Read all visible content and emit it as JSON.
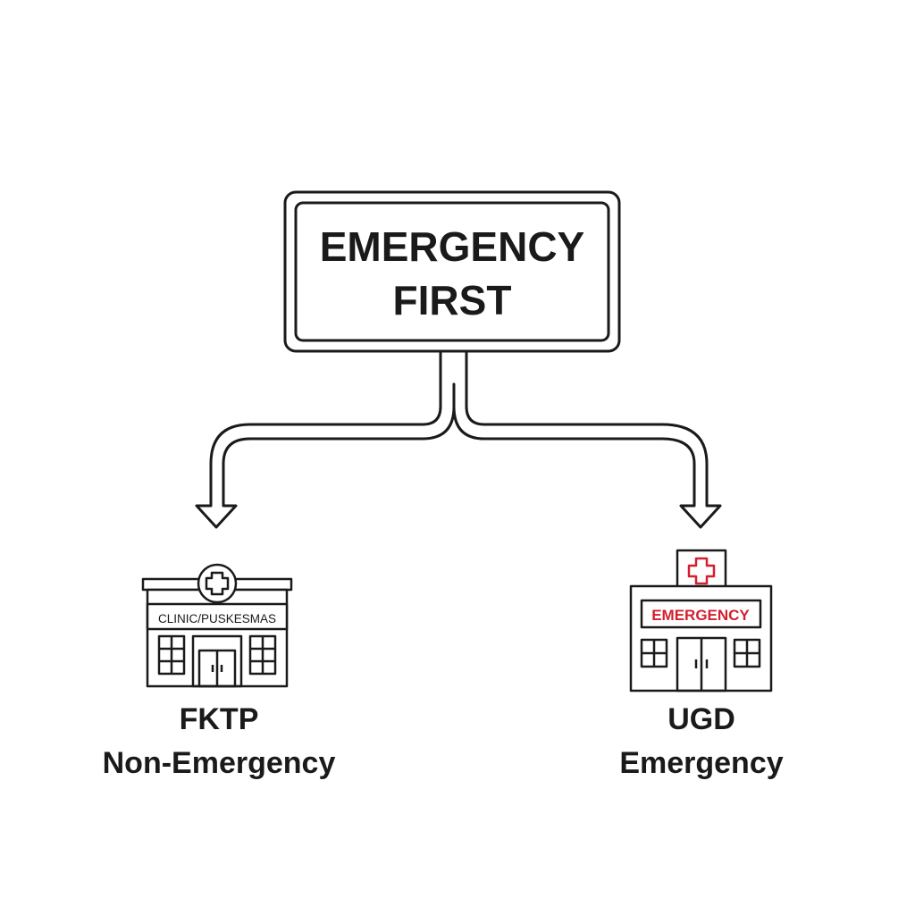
{
  "sign": {
    "line1": "EMERGENCY",
    "line2": "FIRST"
  },
  "left_facility": {
    "building_sign": "CLINIC/PUSKESMAS",
    "caption_line1": "FKTP",
    "caption_line2": "Non-Emergency",
    "icon": "clinic-building-icon"
  },
  "right_facility": {
    "building_sign": "EMERGENCY",
    "caption_line1": "UGD",
    "caption_line2": "Emergency",
    "icon": "hospital-building-icon"
  },
  "colors": {
    "stroke": "#1a1a1a",
    "emergency_red": "#d32030",
    "background": "#ffffff"
  }
}
